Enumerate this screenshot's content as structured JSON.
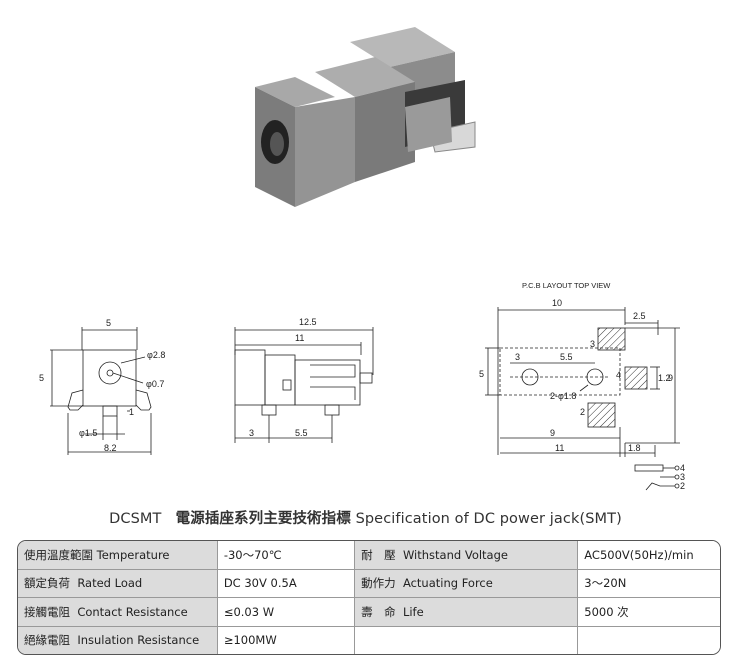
{
  "pcb_caption": "P.C.B LAYOUT   TOP VIEW",
  "title": {
    "model": "DCSMT",
    "chinese": "電源插座系列主要技術指標",
    "english": "Specification of DC power jack(SMT)"
  },
  "front_view": {
    "width": "5",
    "height": "5",
    "hole_dia": "φ2.8",
    "pin_dia": "φ0.7",
    "peg_dia": "φ1.5",
    "overall": "8.2",
    "step": "1"
  },
  "side_view": {
    "length": "12.5",
    "body": "11",
    "pos1": "3",
    "pos2": "5.5"
  },
  "pcb": {
    "top_width": "10",
    "pad_width": "2.5",
    "pos1": "3",
    "pos2": "5.5",
    "height": "5",
    "total_height": "9",
    "hole_pos": "9",
    "total_len": "11",
    "edge": "1.8",
    "small": "1.2",
    "holes": "2-φ1.8",
    "pad3": "3",
    "pad4": "4",
    "pad2": "2",
    "sch4": "4",
    "sch3": "3",
    "sch2": "2"
  },
  "specs": [
    {
      "cn": "使用溫度範圍",
      "en": "Temperature",
      "value": "-30～70℃",
      "cn2": "耐　壓",
      "en2": "Withstand Voltage",
      "value2": "AC500V(50Hz)/min"
    },
    {
      "cn": "額定負荷",
      "en": "Rated Load",
      "value": "DC  30V  0.5A",
      "cn2": "動作力",
      "en2": "Actuating Force",
      "value2": "3～20N"
    },
    {
      "cn": "接觸電阻",
      "en": "Contact Resistance",
      "value": "≤0.03 W",
      "cn2": "壽　命",
      "en2": "Life",
      "value2": "5000 次"
    },
    {
      "cn": "絕緣電阻",
      "en": "Insulation Resistance",
      "value": "≥100MW",
      "cn2": "",
      "en2": "",
      "value2": ""
    }
  ]
}
